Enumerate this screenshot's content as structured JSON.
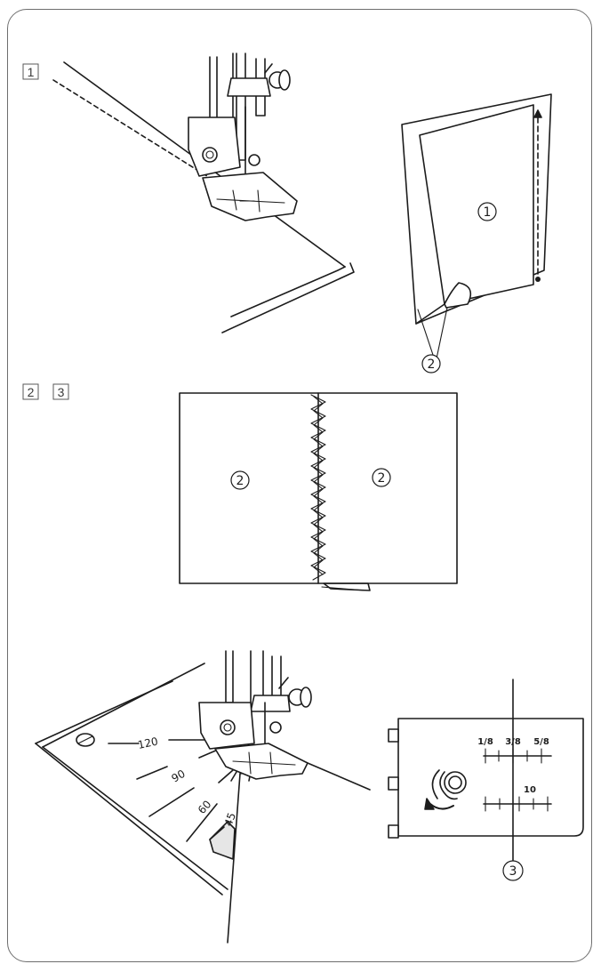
{
  "steps": {
    "step1": "1",
    "step2": "2",
    "step3": "3"
  },
  "callouts": {
    "c1": "1",
    "c2a": "2",
    "c2b": "2",
    "c2c": "2",
    "c3": "3"
  },
  "needle_plate_scale": {
    "g120": "120",
    "g90": "90",
    "g60": "60",
    "g45": "45"
  },
  "seam_guide": {
    "fraction_1": "1/8",
    "fraction_2": "3/8",
    "fraction_3": "5/8",
    "metric": "10"
  }
}
